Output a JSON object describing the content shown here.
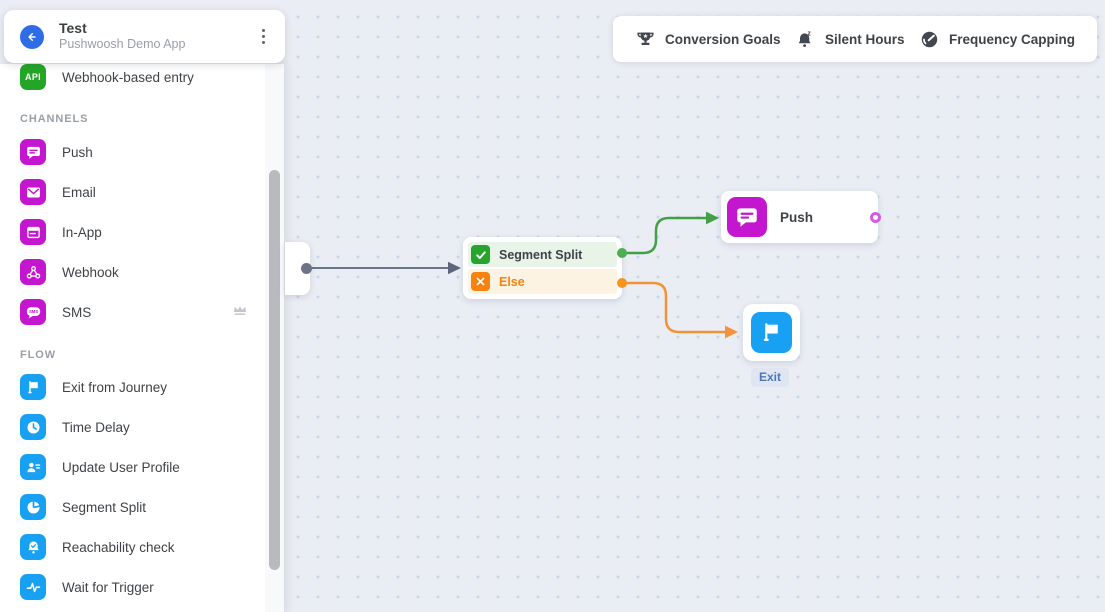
{
  "app": {
    "title": "Test",
    "subtitle": "Pushwoosh Demo App"
  },
  "toolbar": {
    "conversion_goals": "Conversion Goals",
    "silent_hours": "Silent Hours",
    "frequency_capping": "Frequency Capping"
  },
  "sidebar": {
    "entry": {
      "label": "Webhook-based entry",
      "icon": "api-badge"
    },
    "channels": {
      "label": "CHANNELS",
      "items": [
        {
          "label": "Push",
          "icon": "push-icon"
        },
        {
          "label": "Email",
          "icon": "email-icon"
        },
        {
          "label": "In-App",
          "icon": "inapp-icon"
        },
        {
          "label": "Webhook",
          "icon": "webhook-icon"
        },
        {
          "label": "SMS",
          "icon": "sms-icon",
          "badge": "crown-premium-icon"
        }
      ]
    },
    "flow": {
      "label": "FLOW",
      "items": [
        {
          "label": "Exit from Journey",
          "icon": "flag-icon"
        },
        {
          "label": "Time Delay",
          "icon": "clock-icon"
        },
        {
          "label": "Update User Profile",
          "icon": "user-profile-icon"
        },
        {
          "label": "Segment Split",
          "icon": "segment-split-icon"
        },
        {
          "label": "Reachability check",
          "icon": "bell-check-icon"
        },
        {
          "label": "Wait for Trigger",
          "icon": "pulse-icon"
        }
      ]
    }
  },
  "canvas": {
    "segment_split_node": {
      "branch_true": "Segment Split",
      "branch_else": "Else"
    },
    "push_node": {
      "label": "Push"
    },
    "exit_node": {
      "label": "Exit"
    }
  },
  "colors": {
    "channel_magenta": "#c316ce",
    "flow_blue": "#18a0f2",
    "entry_green": "#23a626",
    "branch_green": "#28a42d",
    "branch_row_green_bg": "#e9f4e9",
    "branch_orange": "#f7820d",
    "branch_row_orange_bg": "#fdf3e2",
    "connector_gray": "#6b7488",
    "connector_green": "#43a047",
    "connector_orange": "#f29339",
    "back_button_blue": "#2e6de5",
    "exit_tag_blue": "#4d77b8",
    "canvas_bg": "#eaedf3",
    "canvas_dot": "#c9d7ee"
  }
}
